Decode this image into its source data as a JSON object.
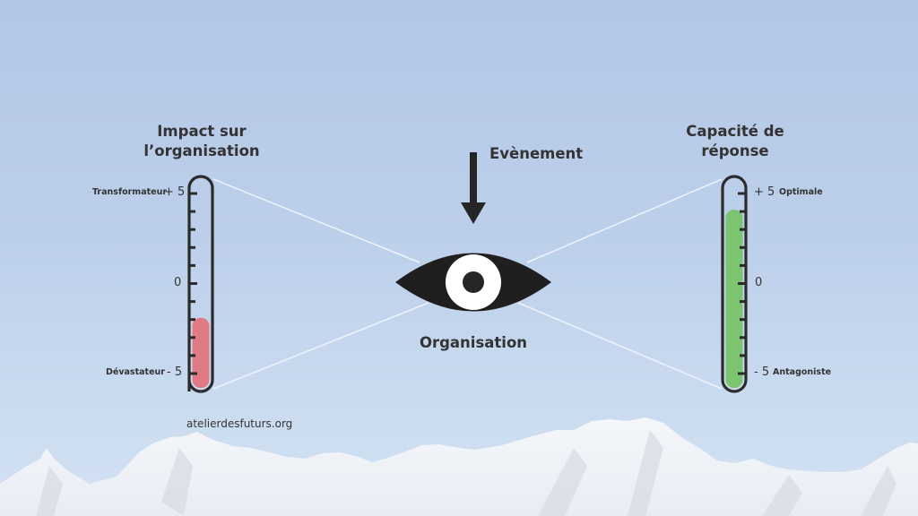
{
  "left_gauge": {
    "title_line1": "Impact sur",
    "title_line2": "l’organisation",
    "top_label": "Transformateur",
    "top_value": "+ 5",
    "mid_value": "0",
    "bottom_label": "Dévastateur",
    "bottom_value": "- 5",
    "scale_min": -5,
    "scale_max": 5,
    "level": -2,
    "fill_color": "#e07b86"
  },
  "right_gauge": {
    "title_line1": "Capacité de",
    "title_line2": "réponse",
    "top_label": "Optimale",
    "top_value": "+ 5",
    "mid_value": "0",
    "bottom_label": "Antagoniste",
    "bottom_value": "- 5",
    "scale_min": -5,
    "scale_max": 5,
    "level": 4,
    "fill_color": "#7cc46f"
  },
  "center": {
    "event_label": "Evènement",
    "organisation_label": "Organisation",
    "icons": [
      "arrow-down-icon",
      "eye-icon"
    ]
  },
  "footer": {
    "website": "atelierdesfuturs.org"
  },
  "colors": {
    "outline": "#2b2b2b",
    "connector": "#eef3fb"
  }
}
